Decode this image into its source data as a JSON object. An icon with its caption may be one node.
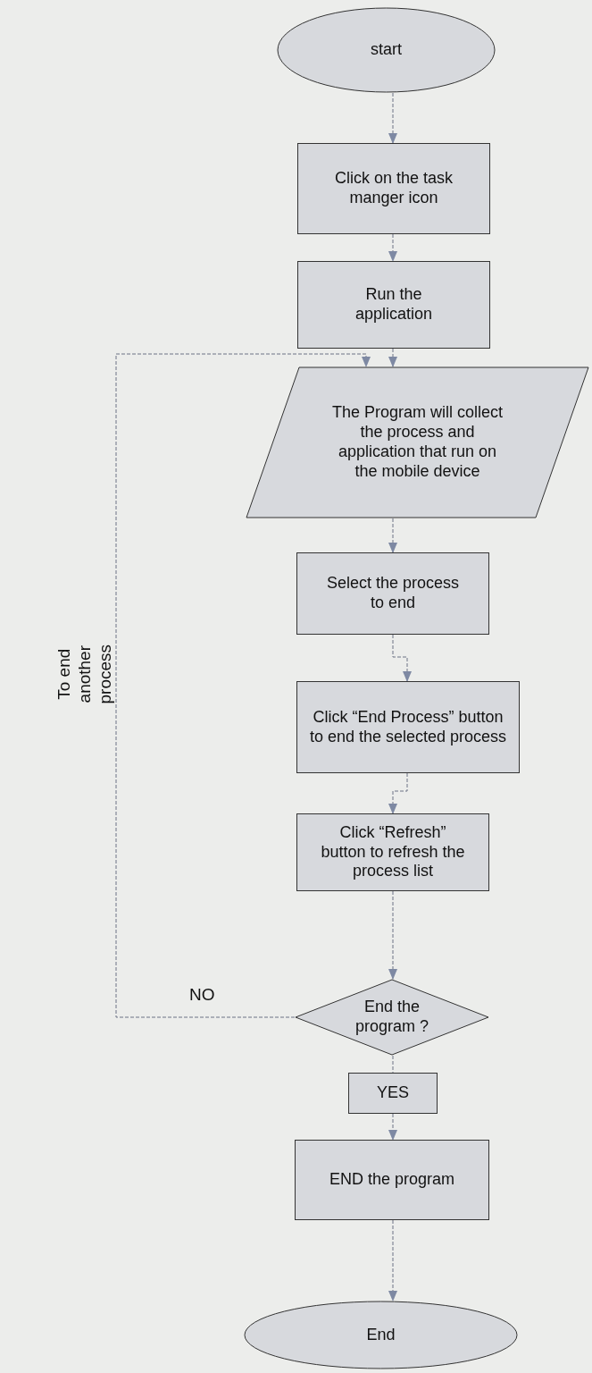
{
  "diagram": {
    "nodes": [
      {
        "text": [
          "start"
        ]
      },
      {
        "text": [
          "Click on the task manger icon"
        ]
      },
      {
        "text": [
          "Run the application"
        ]
      },
      {
        "text": [
          "The Program will collect the process and application that run on the mobile device"
        ]
      },
      {
        "text": [
          "Select the process to end"
        ]
      },
      {
        "text": [
          "Click “End Process” button to end the selected process"
        ]
      },
      {
        "text": [
          "Click “Refresh” button to refresh the process list"
        ]
      },
      {
        "text": [
          "End the program ?"
        ]
      },
      {
        "text": [
          "YES"
        ]
      },
      {
        "text": [
          "END the program"
        ]
      },
      {
        "text": [
          "End"
        ]
      }
    ],
    "edges": [
      {
        "from": 0,
        "to": 1,
        "arrow": "to",
        "style": "dashed"
      },
      {
        "from": 1,
        "to": 2,
        "arrow": "to",
        "style": "dashed"
      },
      {
        "from": 2,
        "to": 3,
        "arrow": "to",
        "style": "dashed"
      },
      {
        "from": 3,
        "to": 4,
        "arrow": "to",
        "style": "dashed"
      },
      {
        "from": 4,
        "to": 5,
        "arrow": "to",
        "style": "dashed"
      },
      {
        "from": 5,
        "to": 6,
        "arrow": "to",
        "style": "dashed"
      },
      {
        "from": 6,
        "to": 7,
        "arrow": "to",
        "style": "dashed"
      },
      {
        "from": 7,
        "to": 3,
        "arrow": "to",
        "style": "dashed",
        "label": "NO"
      },
      {
        "from": 7,
        "to": 8,
        "arrow": "none",
        "style": "dashed"
      },
      {
        "from": 8,
        "to": 9,
        "arrow": "to",
        "style": "dashed"
      },
      {
        "from": 9,
        "to": 10,
        "arrow": "to",
        "style": "dashed"
      }
    ],
    "labels": [
      "To end another process"
    ]
  }
}
